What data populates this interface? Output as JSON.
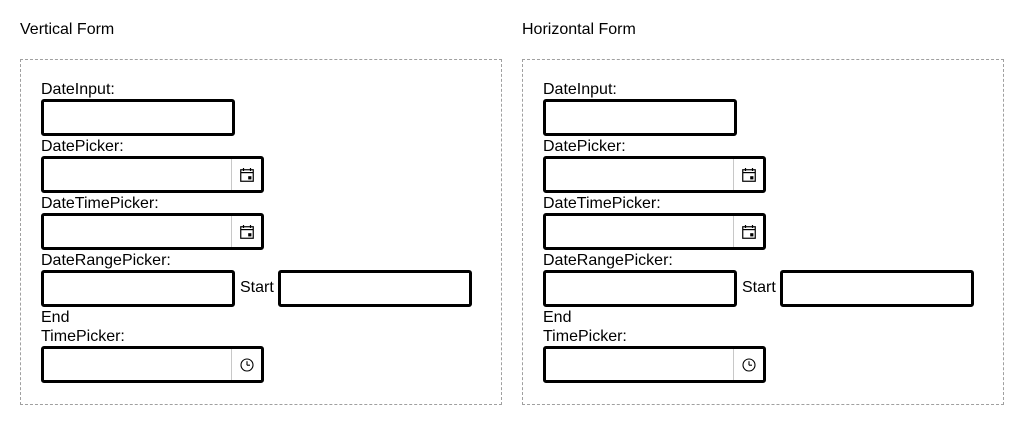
{
  "forms": [
    {
      "title": "Vertical Form",
      "labels": {
        "date_input": "DateInput:",
        "date_picker": "DatePicker:",
        "date_time_picker": "DateTimePicker:",
        "date_range_picker": "DateRangePicker:",
        "time_picker": "TimePicker:"
      },
      "range": {
        "start_label": "Start",
        "end_label": "End"
      },
      "values": {
        "date_input": "",
        "date_picker": "",
        "date_time_picker": "",
        "range_start": "",
        "range_end": "",
        "time_picker": ""
      }
    },
    {
      "title": "Horizontal Form",
      "labels": {
        "date_input": "DateInput:",
        "date_picker": "DatePicker:",
        "date_time_picker": "DateTimePicker:",
        "date_range_picker": "DateRangePicker:",
        "time_picker": "TimePicker:"
      },
      "range": {
        "start_label": "Start",
        "end_label": "End"
      },
      "values": {
        "date_input": "",
        "date_picker": "",
        "date_time_picker": "",
        "range_start": "",
        "range_end": "",
        "time_picker": ""
      }
    }
  ],
  "icons": {
    "date_picker": "calendar-icon",
    "date_time_picker": "calendar-icon",
    "time_picker": "clock-icon"
  },
  "colors": {
    "input_border": "#000000",
    "panel_border": "#a0a0a0",
    "trigger_divider": "#c8c8c8"
  }
}
